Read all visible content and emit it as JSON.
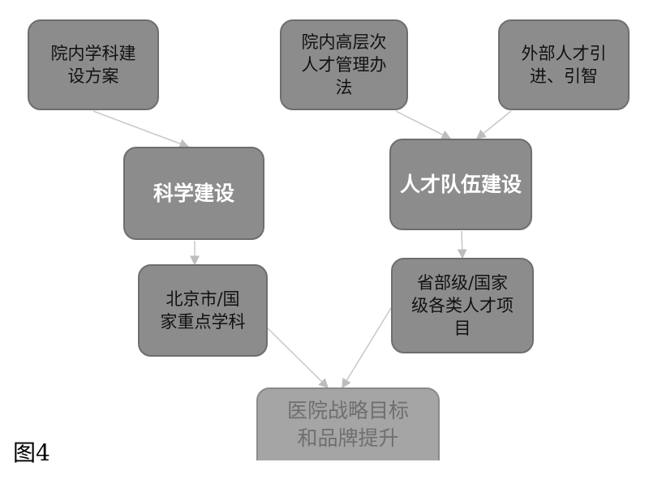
{
  "diagram": {
    "nodes": {
      "plan": "院内学科建\n设方案",
      "talent_policy": "院内高层次\n人才管理办\n法",
      "external": "外部人才引\n进、引智",
      "science": "科学建设",
      "team": "人才队伍建设",
      "key_discipline": "北京市/国\n家重点学科",
      "talent_projects": "省部级/国家\n级各类人才项\n目",
      "goal": "医院战略目标\n和品牌提升"
    },
    "caption": "图4"
  }
}
